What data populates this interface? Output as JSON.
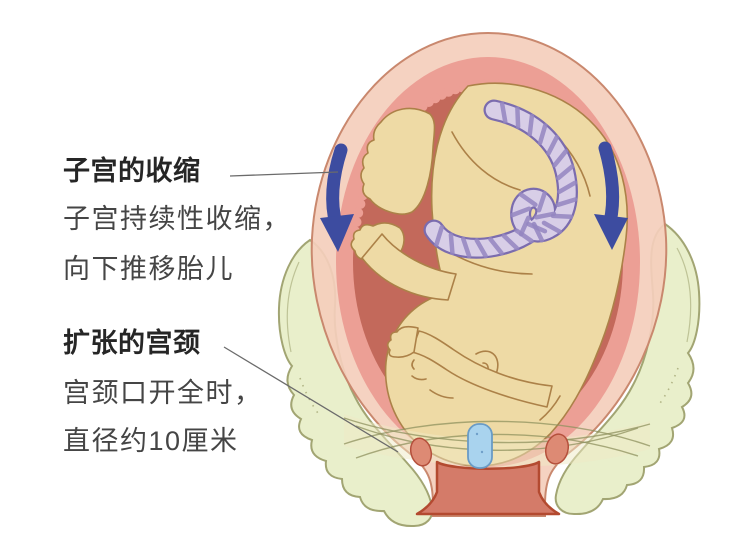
{
  "labels": {
    "contraction": {
      "title": "子宫的收缩",
      "desc_line1": "子宫持续性收缩，",
      "desc_line2": "向下推移胎儿"
    },
    "cervix": {
      "title": "扩张的宫颈",
      "desc_line1": "宫颈口开全时，",
      "desc_line2": "直径约10厘米"
    }
  },
  "icons": {
    "contraction_arrow_left": "curved-down-arrow",
    "contraction_arrow_right": "curved-down-arrow"
  },
  "palette": {
    "uterus_outer": "#f4cebc",
    "uterus_outline": "#c9886e",
    "contraction_ring": "#ec9f95",
    "cavity": "#c3695b",
    "fetus_skin": "#eedaa5",
    "fetus_outline": "#ac8148",
    "pelvis_bone": "#e9efcb",
    "pelvis_outline": "#a2a573",
    "cord_fill": "#d8cee7",
    "cord_outline": "#7b6cae",
    "cord_twist": "#9486c1",
    "arrow_blue": "#3d4ca0",
    "shelf": "#efe9c6",
    "shelf_line": "#8f915f",
    "cervix_lip": "#dd8a74",
    "cervix_lip_outline": "#b5503c",
    "canal_red": "#d47b69",
    "canal_outline": "#b34a30",
    "symphysis_blue": "#a9d3ee",
    "symphysis_outline": "#699bc6",
    "leader_line": "#6b6b6b",
    "text_title": "#262626",
    "text_body": "#454545"
  }
}
